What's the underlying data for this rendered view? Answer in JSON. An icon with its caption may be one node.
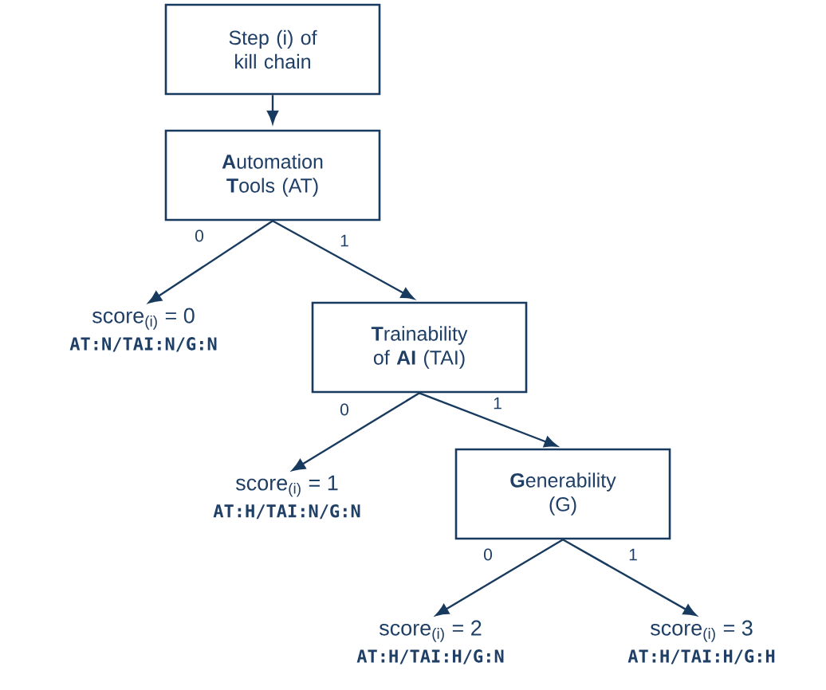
{
  "diagram": {
    "nodes": [
      {
        "text": [
          "Step (i) of kill chain"
        ]
      },
      {
        "text": [
          "**A**utomation **T**ools (AT)"
        ]
      },
      {
        "text": [
          "score$_{(i)}$ = 0",
          "AT:N/TAI:N/G:N"
        ]
      },
      {
        "text": [
          "**T**rainability of **AI** (TAI)"
        ]
      },
      {
        "text": [
          "score$_{(i)}$ = 1",
          "AT:H/TAI:N/G:N"
        ]
      },
      {
        "text": [
          "**G**enerability (G)"
        ]
      },
      {
        "text": [
          "score$_{(i)}$ = 2",
          "AT:H/TAI:H/G:N"
        ]
      },
      {
        "text": [
          "score$_{(i)}$ = 3",
          "AT:H/TAI:H/G:H"
        ]
      }
    ],
    "edges": [
      {
        "from": 0,
        "to": 1,
        "arrow": "to"
      },
      {
        "from": 1,
        "to": 2,
        "arrow": "to",
        "label": "0"
      },
      {
        "from": 1,
        "to": 3,
        "arrow": "to",
        "label": "1"
      },
      {
        "from": 3,
        "to": 4,
        "arrow": "to",
        "label": "0"
      },
      {
        "from": 3,
        "to": 5,
        "arrow": "to",
        "label": "1"
      },
      {
        "from": 5,
        "to": 6,
        "arrow": "to",
        "label": "0"
      },
      {
        "from": 5,
        "to": 7,
        "arrow": "to",
        "label": "1"
      }
    ]
  }
}
